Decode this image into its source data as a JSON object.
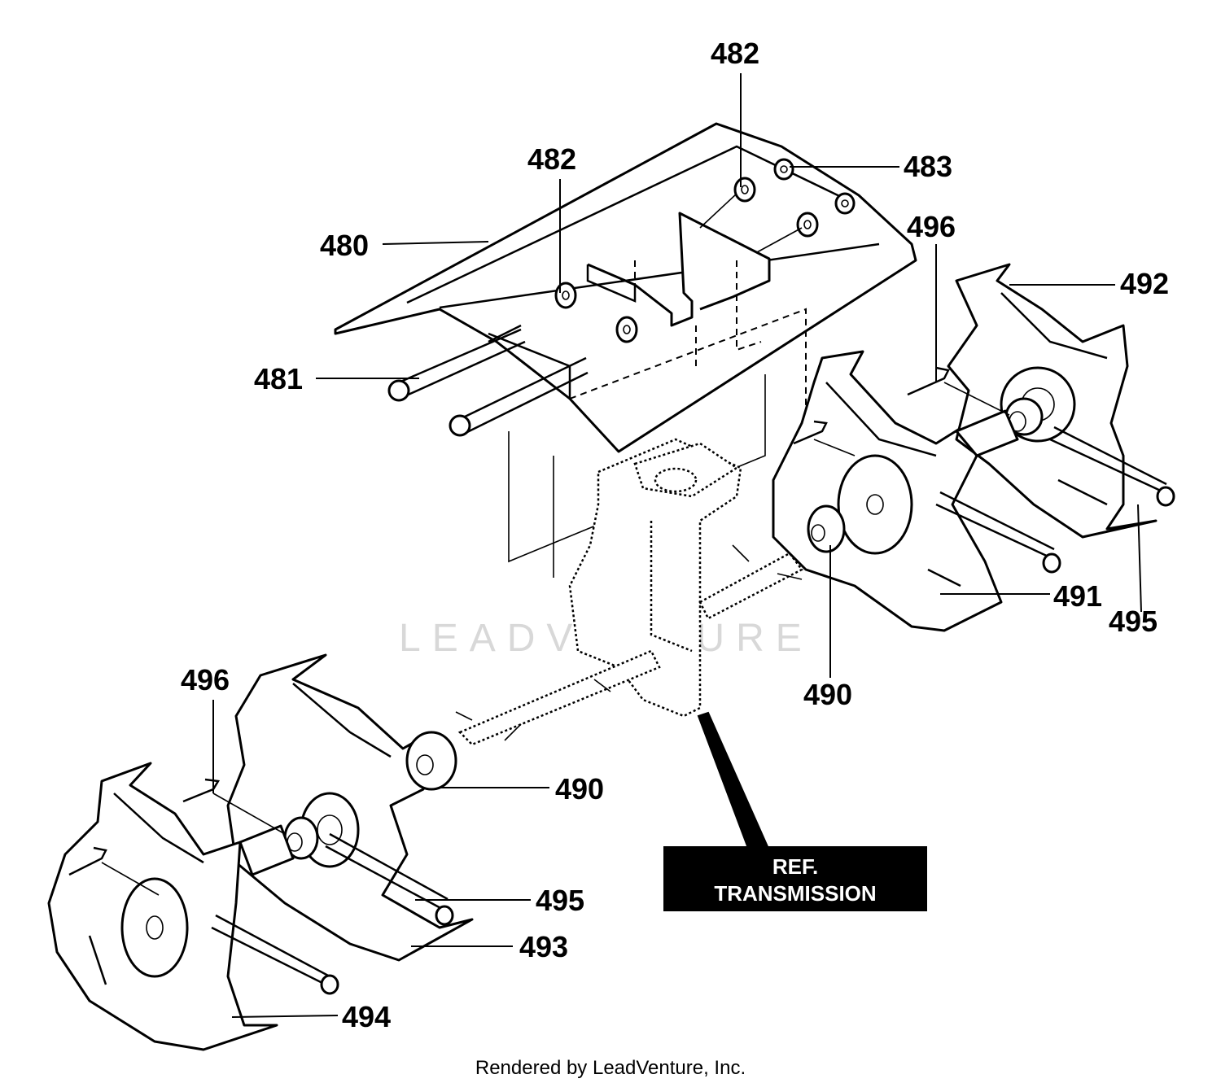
{
  "labels": {
    "p480": "480",
    "p481": "481",
    "p482_left": "482",
    "p482_top": "482",
    "p483": "483",
    "p492": "492",
    "p496_right": "496",
    "p491": "491",
    "p495_right": "495",
    "p490_right": "490",
    "p496_left": "496",
    "p490_left": "490",
    "p495_left": "495",
    "p493": "493",
    "p494": "494"
  },
  "ref_box": {
    "line1": "REF.",
    "line2": "TRANSMISSION"
  },
  "watermark": "LEADVENTURE",
  "footer": "Rendered by LeadVenture, Inc.",
  "colors": {
    "ink": "#000000",
    "paper": "#ffffff",
    "ref_box_bg": "#000000",
    "watermark": "#d8d8d8"
  }
}
